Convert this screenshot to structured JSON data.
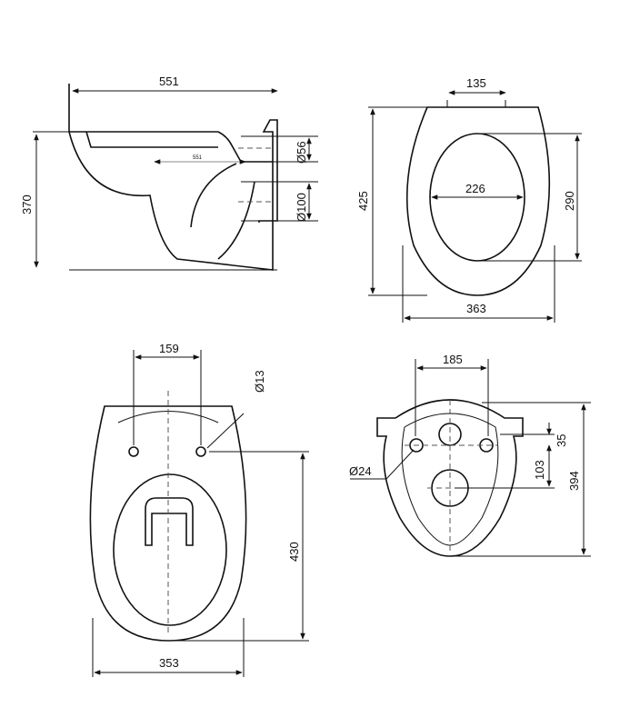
{
  "side_view": {
    "width": "551",
    "height": "370",
    "inner_depth": "551",
    "inlet_diameter": "Ø56",
    "outlet_diameter": "Ø100"
  },
  "seat_view": {
    "hinge_spacing": "135",
    "length": "425",
    "opening_width": "226",
    "opening_length": "290",
    "width": "363"
  },
  "top_view": {
    "mounting_spacing": "159",
    "mounting_hole": "Ø13",
    "depth_from_holes": "430",
    "width": "353"
  },
  "back_view": {
    "bolt_spacing": "185",
    "bolt_offset": "35",
    "outlet_offset": "103",
    "height": "394",
    "bolt_hole": "Ø24"
  }
}
